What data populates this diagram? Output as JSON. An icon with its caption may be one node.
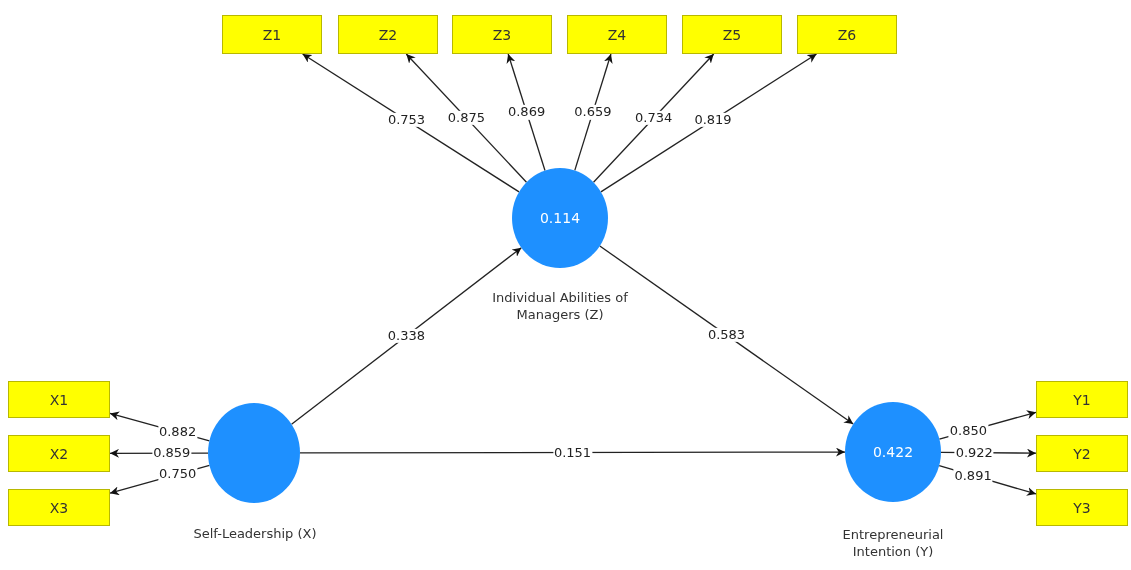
{
  "diagram": {
    "nodes": [
      {
        "text": [
          "Z1"
        ]
      },
      {
        "text": [
          "Z2"
        ]
      },
      {
        "text": [
          "Z3"
        ]
      },
      {
        "text": [
          "Z4"
        ]
      },
      {
        "text": [
          "Z5"
        ]
      },
      {
        "text": [
          "Z6"
        ]
      },
      {
        "text": [
          "0.114"
        ],
        "beside": [
          "Individual Abilities of Managers (Z)"
        ]
      },
      {
        "text": [
          "X1"
        ]
      },
      {
        "text": [
          "X2"
        ]
      },
      {
        "text": [
          "X3"
        ]
      },
      {
        "text": [],
        "shape": "circle",
        "beside": [
          "Self-Leadership (X)"
        ]
      },
      {
        "text": [
          "0.422"
        ],
        "beside": [
          "Entrepreneurial Intention (Y)"
        ]
      },
      {
        "text": [
          "Y1"
        ]
      },
      {
        "text": [
          "Y2"
        ]
      },
      {
        "text": [
          "Y3"
        ]
      }
    ],
    "edges": [
      {
        "from": 6,
        "to": 0,
        "arrow": "to",
        "label": "0.753"
      },
      {
        "from": 6,
        "to": 1,
        "arrow": "to",
        "label": "0.875"
      },
      {
        "from": 6,
        "to": 2,
        "arrow": "to",
        "label": "0.869"
      },
      {
        "from": 6,
        "to": 3,
        "arrow": "to",
        "label": "0.659"
      },
      {
        "from": 6,
        "to": 4,
        "arrow": "to",
        "label": "0.734"
      },
      {
        "from": 6,
        "to": 5,
        "arrow": "to",
        "label": "0.819"
      },
      {
        "from": 10,
        "to": 7,
        "arrow": "to",
        "label": "0.882"
      },
      {
        "from": 10,
        "to": 8,
        "arrow": "to",
        "label": "0.859"
      },
      {
        "from": 10,
        "to": 9,
        "arrow": "to",
        "label": "0.750"
      },
      {
        "from": 10,
        "to": 6,
        "arrow": "to",
        "label": "0.338"
      },
      {
        "from": 6,
        "to": 11,
        "arrow": "to",
        "label": "0.583"
      },
      {
        "from": 10,
        "to": 11,
        "arrow": "to",
        "label": "0.151"
      },
      {
        "from": 11,
        "to": 12,
        "arrow": "to",
        "label": "0.850"
      },
      {
        "from": 11,
        "to": 13,
        "arrow": "to",
        "label": "0.922"
      },
      {
        "from": 11,
        "to": 14,
        "arrow": "to",
        "label": "0.891"
      }
    ]
  }
}
